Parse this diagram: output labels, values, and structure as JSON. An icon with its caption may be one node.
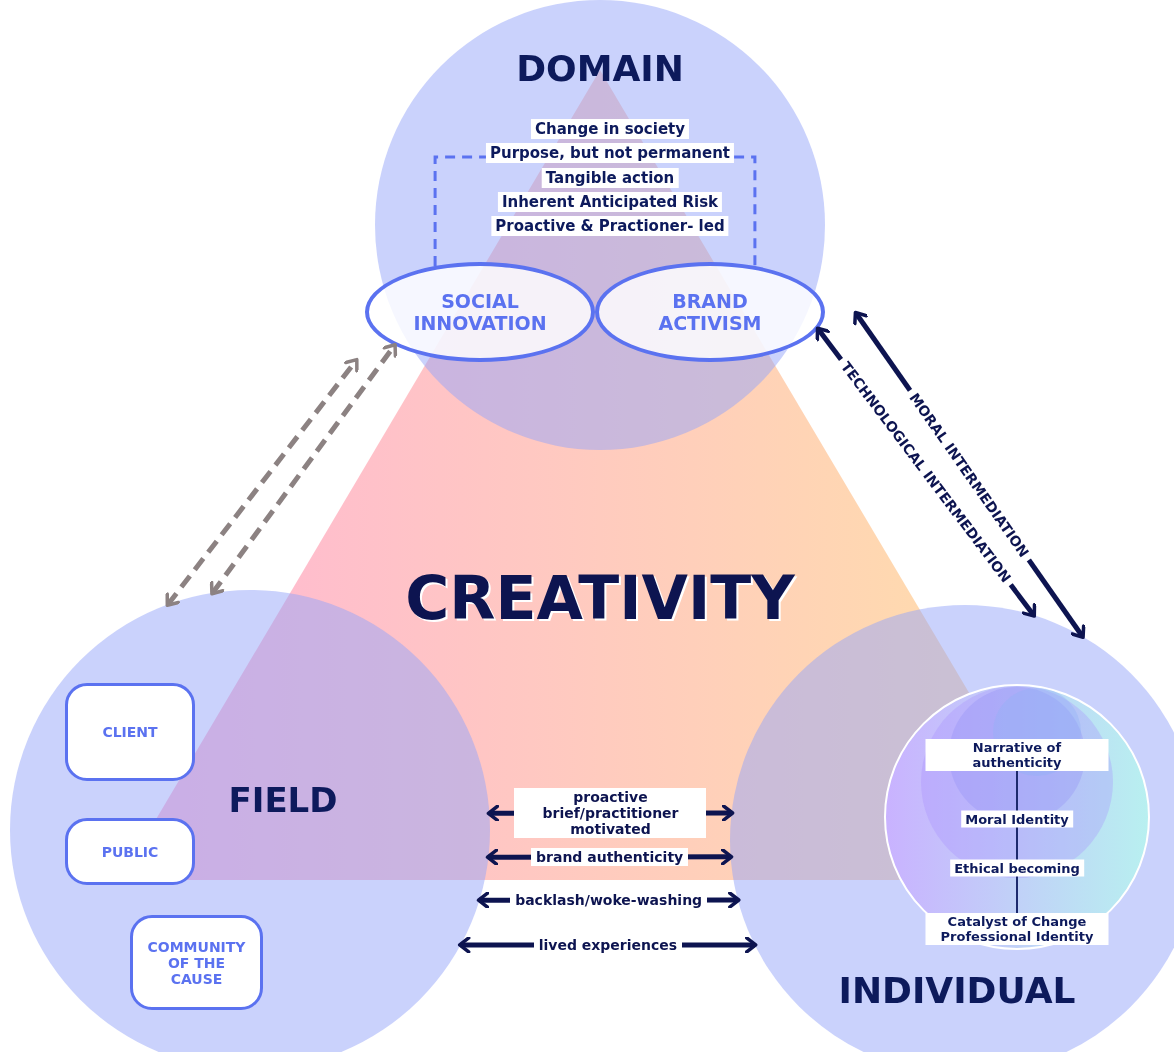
{
  "diagram": {
    "nodes": [
      {
        "text": [
          "DOMAIN"
        ]
      },
      {
        "text": [
          "SOCIAL INNOVATION"
        ],
        "in": 0
      },
      {
        "text": [
          "BRAND ACTIVISM"
        ],
        "in": 0
      },
      {
        "text": [
          "FIELD"
        ]
      },
      {
        "text": [
          "CLIENT"
        ],
        "in": 3
      },
      {
        "text": [
          "PUBLIC"
        ],
        "in": 3
      },
      {
        "text": [
          "COMMUNITY OF THE CAUSE"
        ],
        "in": 3
      },
      {
        "text": [
          "INDIVIDUAL"
        ]
      },
      {
        "text": [
          "Narrative of authenticity",
          "Moral Identity",
          "Ethical becoming",
          "Catalyst of Change Professional Identity"
        ],
        "in": 7
      }
    ],
    "edges": [
      {
        "from": 3,
        "to": 0,
        "arrow": "both",
        "style": "dashed",
        "color": "#8c8282"
      },
      {
        "from": 3,
        "to": 1,
        "arrow": "both",
        "style": "dashed",
        "color": "#8c8282"
      },
      {
        "from": 2,
        "to": 7,
        "arrow": "both",
        "label": "TECHNOLOGICAL INTERMEDIATION"
      },
      {
        "from": 0,
        "to": 7,
        "arrow": "both",
        "label": "MORAL INTERMEDIATION"
      },
      {
        "from": 3,
        "to": 7,
        "arrow": "both",
        "label": "proactive brief/practitioner motivated"
      },
      {
        "from": 3,
        "to": 7,
        "arrow": "both",
        "label": "brand authenticity"
      },
      {
        "from": 3,
        "to": 7,
        "arrow": "both",
        "label": "backlash/woke-washing"
      },
      {
        "from": 3,
        "to": 7,
        "arrow": "both",
        "label": "lived experiences"
      },
      {
        "from": 1,
        "to": 2,
        "arrow": "none",
        "style": "dashed",
        "color": "#5b72f0"
      }
    ],
    "labels": [
      "Change in society",
      "Purpose, but not permanent",
      "Tangible action",
      "Inherent Anticipated Risk",
      "Proactive & Practioner- led",
      "CREATIVITY"
    ]
  }
}
